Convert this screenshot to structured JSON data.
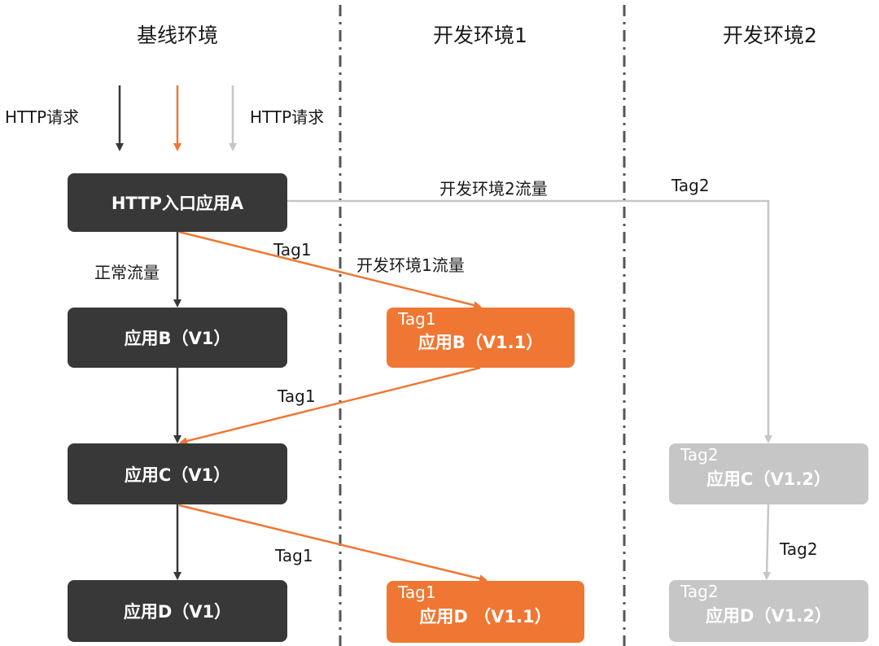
{
  "columns": [
    {
      "title": "基线环境"
    },
    {
      "title": "开发环境1"
    },
    {
      "title": "开发环境2"
    }
  ],
  "request_labels": {
    "left": "HTTP请求",
    "right": "HTTP请求"
  },
  "edge_labels": {
    "normal_traffic": "正常流量",
    "dev2_traffic": "开发环境2流量",
    "dev1_traffic": "开发环境1流量",
    "tag1_a_to_b": "Tag1",
    "tag1_b_to_c": "Tag1",
    "tag1_c_to_d": "Tag1",
    "tag2_a_to_c": "Tag2",
    "tag2_c_to_d": "Tag2"
  },
  "nodes": {
    "app_a": {
      "label": "HTTP入口应用A"
    },
    "app_b_v1": {
      "label": "应用B（V1）"
    },
    "app_c_v1": {
      "label": "应用C（V1）"
    },
    "app_d_v1": {
      "label": "应用D（V1）"
    },
    "app_b_v11": {
      "tag": "Tag1",
      "label": "应用B（V1.1）"
    },
    "app_d_v11": {
      "tag": "Tag1",
      "label": "应用D （V1.1）"
    },
    "app_c_v12": {
      "tag": "Tag2",
      "label": "应用C（V1.2）"
    },
    "app_d_v12": {
      "tag": "Tag2",
      "label": "应用D（V1.2）"
    }
  },
  "colors": {
    "baseline": "#383838",
    "dev1": "#ef7733",
    "dev2": "#c6c6c6",
    "divider": "#555555"
  }
}
